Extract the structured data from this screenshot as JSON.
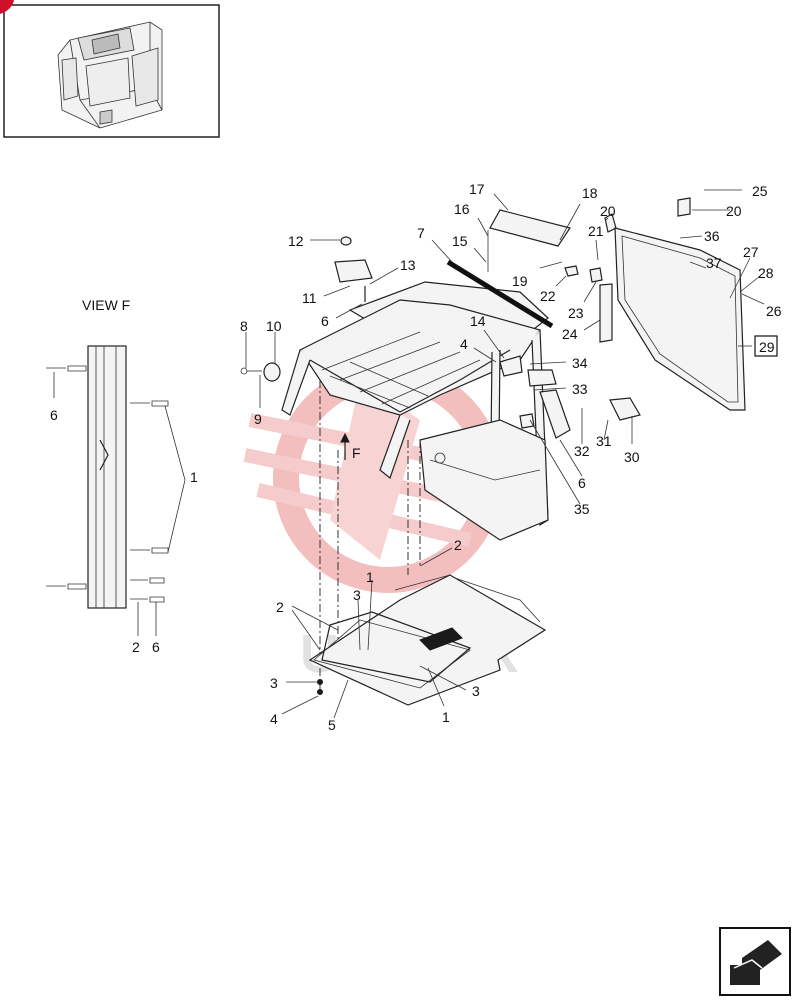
{
  "diagram": {
    "view_title": "VIEW F",
    "view_arrow_label": "F",
    "watermark": "UNITEX",
    "boxed_label": "29",
    "callouts": [
      {
        "id": "c17",
        "text": "17"
      },
      {
        "id": "c18",
        "text": "18"
      },
      {
        "id": "c25",
        "text": "25"
      },
      {
        "id": "c16",
        "text": "16"
      },
      {
        "id": "c20a",
        "text": "20"
      },
      {
        "id": "c20b",
        "text": "20"
      },
      {
        "id": "c15",
        "text": "15"
      },
      {
        "id": "c21",
        "text": "21"
      },
      {
        "id": "c36",
        "text": "36"
      },
      {
        "id": "c7",
        "text": "7"
      },
      {
        "id": "c12",
        "text": "12"
      },
      {
        "id": "c27",
        "text": "27"
      },
      {
        "id": "c19",
        "text": "19"
      },
      {
        "id": "c37",
        "text": "37"
      },
      {
        "id": "c13",
        "text": "13"
      },
      {
        "id": "c28",
        "text": "28"
      },
      {
        "id": "c22",
        "text": "22"
      },
      {
        "id": "c11",
        "text": "11"
      },
      {
        "id": "c23",
        "text": "23"
      },
      {
        "id": "c26",
        "text": "26"
      },
      {
        "id": "c6a",
        "text": "6"
      },
      {
        "id": "c24",
        "text": "24"
      },
      {
        "id": "c8",
        "text": "8"
      },
      {
        "id": "c10",
        "text": "10"
      },
      {
        "id": "c14",
        "text": "14"
      },
      {
        "id": "c4a",
        "text": "4"
      },
      {
        "id": "c34",
        "text": "34"
      },
      {
        "id": "c33",
        "text": "33"
      },
      {
        "id": "c9",
        "text": "9"
      },
      {
        "id": "c32",
        "text": "32"
      },
      {
        "id": "c30",
        "text": "30"
      },
      {
        "id": "c31",
        "text": "31"
      },
      {
        "id": "c6b",
        "text": "6"
      },
      {
        "id": "c35",
        "text": "35"
      },
      {
        "id": "c6c",
        "text": "6"
      },
      {
        "id": "c1a",
        "text": "1"
      },
      {
        "id": "c2a",
        "text": "2"
      },
      {
        "id": "c6d",
        "text": "6"
      },
      {
        "id": "c1b",
        "text": "1"
      },
      {
        "id": "c2b",
        "text": "2"
      },
      {
        "id": "c3a",
        "text": "3"
      },
      {
        "id": "c3b",
        "text": "3"
      },
      {
        "id": "c3c",
        "text": "3"
      },
      {
        "id": "c4b",
        "text": "4"
      },
      {
        "id": "c5",
        "text": "5"
      },
      {
        "id": "c1c",
        "text": "1"
      },
      {
        "id": "c2c",
        "text": "2"
      }
    ]
  }
}
